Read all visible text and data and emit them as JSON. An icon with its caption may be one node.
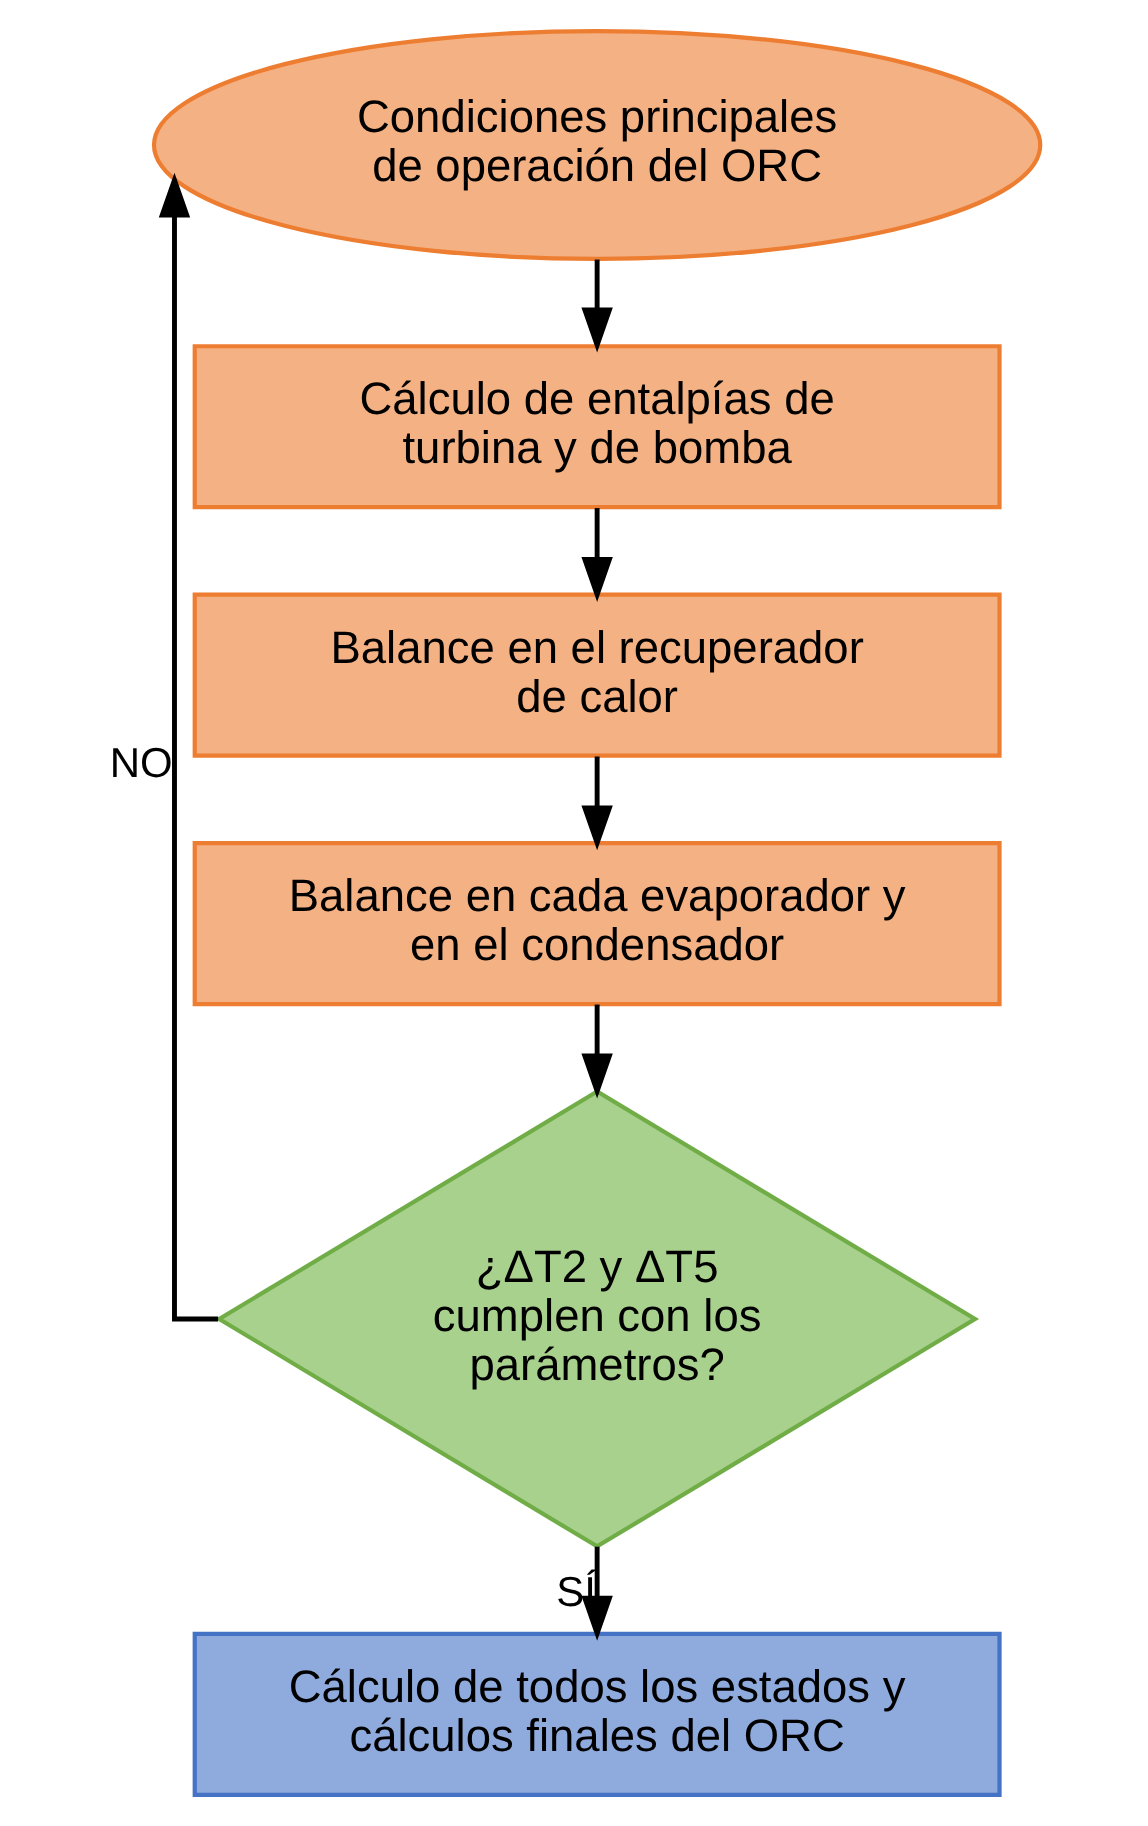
{
  "diagram": {
    "nodes": [
      {
        "text": [
          "Condiciones principales de operación del ORC"
        ]
      },
      {
        "text": [
          "Cálculo de entalpías de turbina y de bomba"
        ]
      },
      {
        "text": [
          "Balance en el recuperador de calor"
        ]
      },
      {
        "text": [
          "Balance en cada evaporador y  en el condensador"
        ]
      },
      {
        "text": [
          "¿ΔT2 y ΔT5 cumplen con los parámetros?"
        ]
      },
      {
        "text": [
          "Cálculo de todos los estados y cálculos finales del ORC"
        ]
      }
    ],
    "edges": [
      {
        "from": 0,
        "to": 1,
        "arrow": "to"
      },
      {
        "from": 1,
        "to": 2,
        "arrow": "to"
      },
      {
        "from": 2,
        "to": 3,
        "arrow": "to"
      },
      {
        "from": 3,
        "to": 4,
        "arrow": "to"
      },
      {
        "from": 4,
        "to": 5,
        "arrow": "to",
        "label": "SÍ"
      },
      {
        "from": 4,
        "to": 0,
        "arrow": "to",
        "label": "NO"
      }
    ]
  }
}
